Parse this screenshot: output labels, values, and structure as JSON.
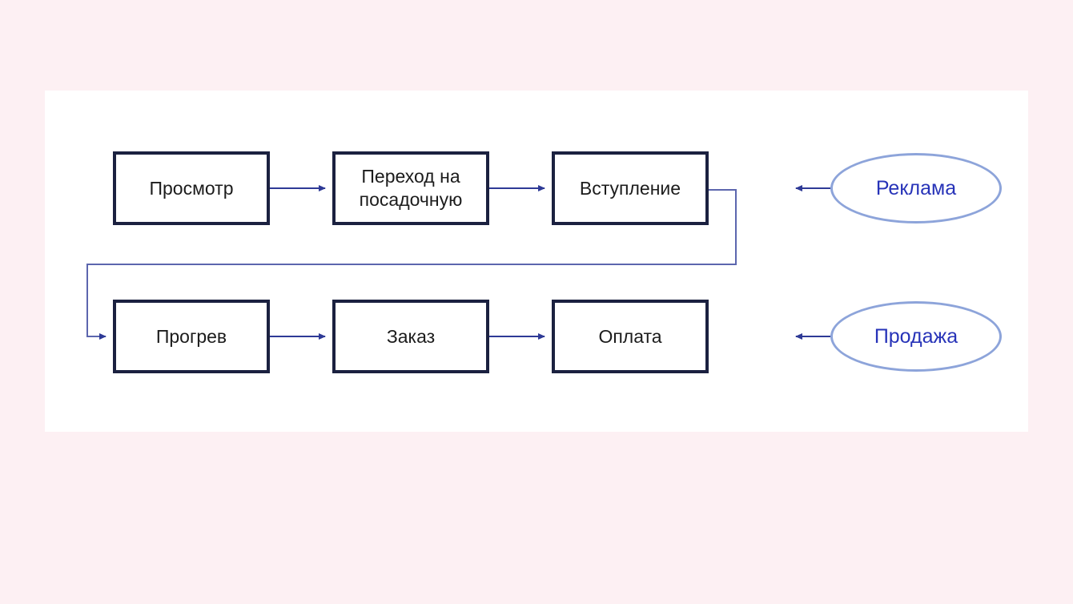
{
  "palette": {
    "page_background": "#fdf0f3",
    "panel_background": "#ffffff",
    "box_border": "#1b2140",
    "box_text": "#1c1c1c",
    "arrow": "#2e3a96",
    "wrap_connector": "#5c66ae",
    "ellipse_border": "#8da4da",
    "ellipse_text": "#2733b8"
  },
  "diagram": {
    "flow_rows": [
      {
        "nodes": [
          {
            "label": "Просмотр"
          },
          {
            "label": "Переход на посадочную"
          },
          {
            "label": "Вступление"
          }
        ]
      },
      {
        "nodes": [
          {
            "label": "Прогрев"
          },
          {
            "label": "Заказ"
          },
          {
            "label": "Оплата"
          }
        ]
      }
    ],
    "side_labels": [
      {
        "label": "Реклама"
      },
      {
        "label": "Продажа"
      }
    ]
  }
}
